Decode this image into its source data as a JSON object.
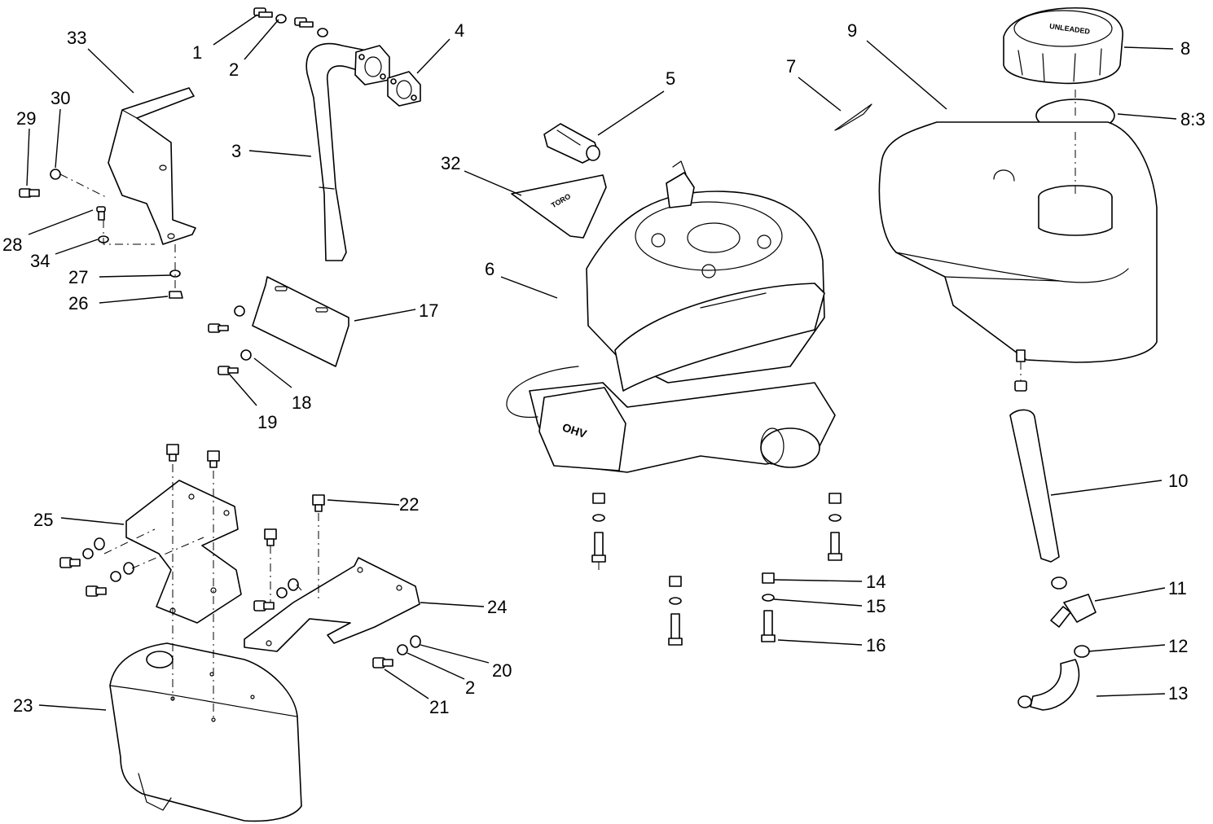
{
  "diagram": {
    "callouts": [
      {
        "id": "c1",
        "label": "1"
      },
      {
        "id": "c2a",
        "label": "2"
      },
      {
        "id": "c3",
        "label": "3"
      },
      {
        "id": "c4",
        "label": "4"
      },
      {
        "id": "c5",
        "label": "5"
      },
      {
        "id": "c6",
        "label": "6"
      },
      {
        "id": "c7",
        "label": "7"
      },
      {
        "id": "c8",
        "label": "8"
      },
      {
        "id": "c83",
        "label": "8:3"
      },
      {
        "id": "c9",
        "label": "9"
      },
      {
        "id": "c10",
        "label": "10"
      },
      {
        "id": "c11",
        "label": "11"
      },
      {
        "id": "c12",
        "label": "12"
      },
      {
        "id": "c13",
        "label": "13"
      },
      {
        "id": "c14",
        "label": "14"
      },
      {
        "id": "c15",
        "label": "15"
      },
      {
        "id": "c16",
        "label": "16"
      },
      {
        "id": "c17",
        "label": "17"
      },
      {
        "id": "c18",
        "label": "18"
      },
      {
        "id": "c19",
        "label": "19"
      },
      {
        "id": "c20",
        "label": "20"
      },
      {
        "id": "c2b",
        "label": "2"
      },
      {
        "id": "c21",
        "label": "21"
      },
      {
        "id": "c22",
        "label": "22"
      },
      {
        "id": "c23",
        "label": "23"
      },
      {
        "id": "c24",
        "label": "24"
      },
      {
        "id": "c25",
        "label": "25"
      },
      {
        "id": "c26",
        "label": "26"
      },
      {
        "id": "c27",
        "label": "27"
      },
      {
        "id": "c28",
        "label": "28"
      },
      {
        "id": "c29",
        "label": "29"
      },
      {
        "id": "c30",
        "label": "30"
      },
      {
        "id": "c32",
        "label": "32"
      },
      {
        "id": "c33",
        "label": "33"
      },
      {
        "id": "c34",
        "label": "34"
      }
    ],
    "part_markings": {
      "fuel_cap_text": "UNLEADED",
      "engine_brand": "OHV",
      "decal_brand": "TORO"
    },
    "colors": {
      "line": "#000000",
      "background": "#ffffff"
    }
  }
}
